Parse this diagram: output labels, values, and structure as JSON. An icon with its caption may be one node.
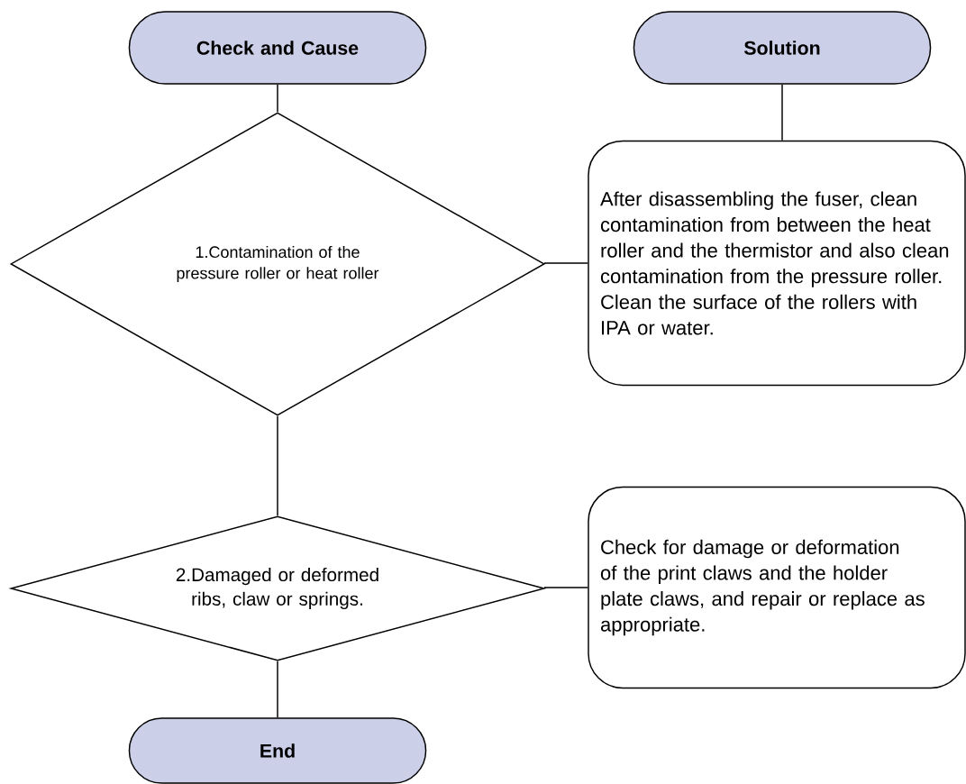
{
  "diagram": {
    "nodes": [
      {
        "text": [
          "Check and Cause"
        ]
      },
      {
        "text": [
          "Solution"
        ]
      },
      {
        "text": [
          "1.Contamination of the pressure roller or heat roller"
        ]
      },
      {
        "text": [
          "After disassembling the fuser, clean contamination from between the heat roller and the thermistor and also clean contamination from the pressure roller. Clean the surface of the rollers with IPA or water."
        ]
      },
      {
        "text": [
          "2.Damaged or deformed ribs, claw or springs."
        ]
      },
      {
        "text": [
          "Check for damage or deformation of the print claws and the holder plate claws, and repair or replace as appropriate."
        ]
      },
      {
        "text": [
          "End"
        ]
      }
    ],
    "edges": [
      {
        "from": 0,
        "to": 2,
        "arrow": "none"
      },
      {
        "from": 1,
        "to": 3,
        "arrow": "none"
      },
      {
        "from": 2,
        "to": 3,
        "arrow": "none"
      },
      {
        "from": 2,
        "to": 4,
        "arrow": "none"
      },
      {
        "from": 4,
        "to": 5,
        "arrow": "none"
      },
      {
        "from": 4,
        "to": 6,
        "arrow": "none"
      }
    ]
  }
}
